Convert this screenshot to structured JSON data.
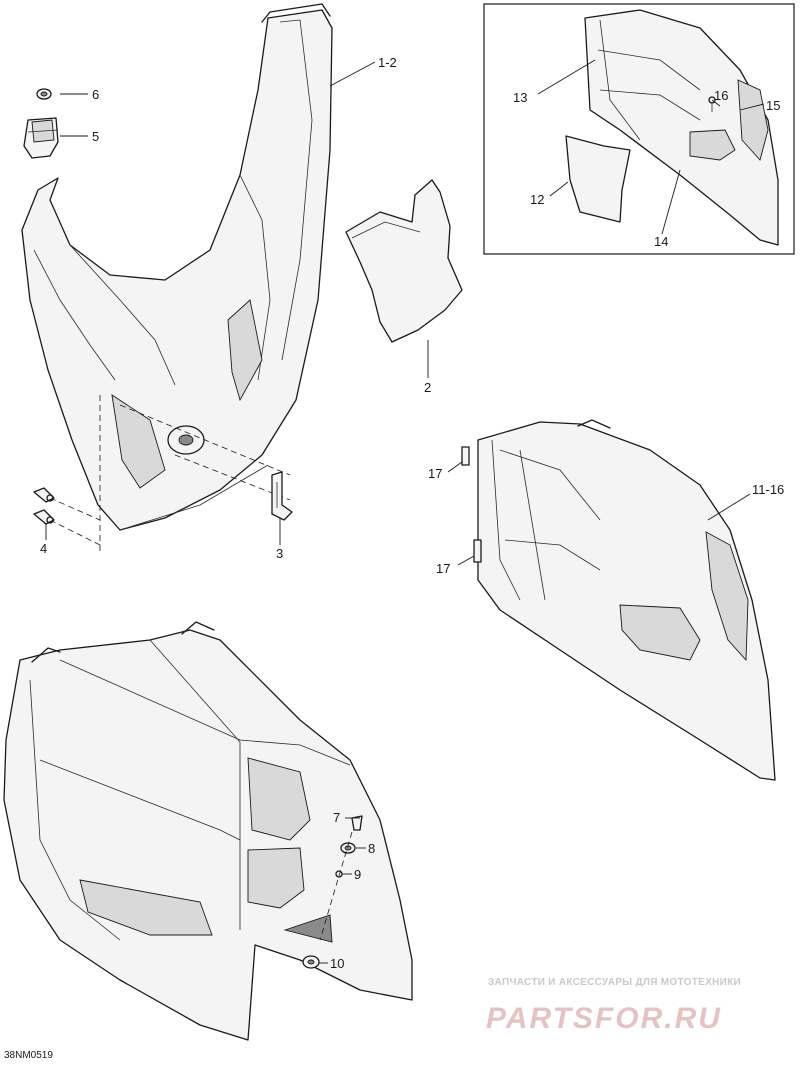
{
  "callouts": {
    "c_1_2": "1-2",
    "c_2": "2",
    "c_3": "3",
    "c_4": "4",
    "c_5": "5",
    "c_6": "6",
    "c_7": "7",
    "c_8": "8",
    "c_9": "9",
    "c_10": "10",
    "c_11_16": "11-16",
    "c_12": "12",
    "c_13": "13",
    "c_14": "14",
    "c_15": "15",
    "c_16": "16",
    "c_17a": "17",
    "c_17b": "17"
  },
  "drawing_code": "38NM0519",
  "watermark": {
    "subtitle": "ЗАПЧАСТИ И АКСЕССУАРЫ ДЛЯ МОТОТЕХНИКИ",
    "logo": "PARTSFOR.RU"
  }
}
